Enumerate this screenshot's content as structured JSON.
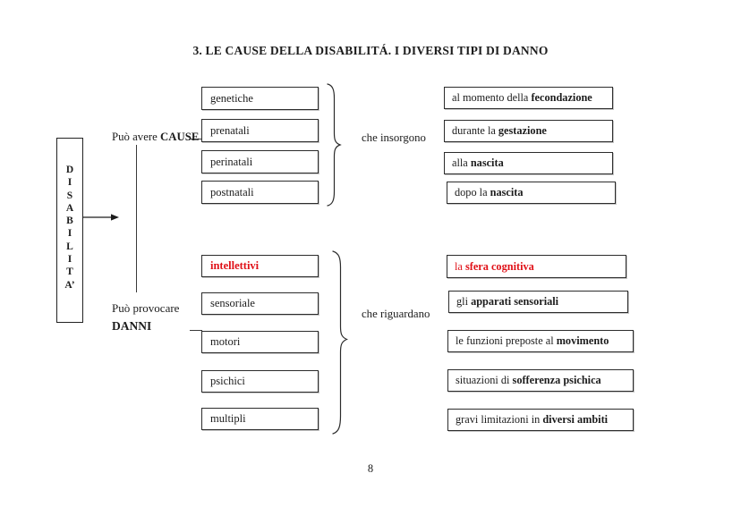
{
  "title": "3. LE CAUSE DELLA DISABILITÁ. I DIVERSI TIPI DI DANNO",
  "page_number": "8",
  "colors": {
    "accent_red": "#e01118"
  },
  "disability": {
    "letters": [
      "D",
      "I",
      "S",
      "A",
      "B",
      "I",
      "L",
      "I",
      "T",
      "A’"
    ]
  },
  "causes": {
    "label_prefix": "Può avere ",
    "label_bold": "CAUSE",
    "brace_label": "che insorgono",
    "types": [
      "genetiche",
      "prenatali",
      "perinatali",
      "postnatali"
    ],
    "when": [
      {
        "prefix": "al momento della ",
        "bold": "fecondazione"
      },
      {
        "prefix": "durante la ",
        "bold": "gestazione"
      },
      {
        "prefix": "alla ",
        "bold": "nascita"
      },
      {
        "prefix": "dopo la ",
        "bold": "nascita"
      }
    ]
  },
  "damages": {
    "label_line1": "Può provocare",
    "label_line2": "DANNI",
    "brace_label": "che riguardano",
    "types": [
      "intellettivi",
      "sensoriale",
      "motori",
      "psichici",
      "multipli"
    ],
    "targets": [
      {
        "prefix": "la ",
        "bold": "sfera cognitiva"
      },
      {
        "prefix": "gli ",
        "bold": "apparati sensoriali"
      },
      {
        "prefix": "le funzioni preposte al ",
        "bold": "movimento"
      },
      {
        "prefix": "situazioni di ",
        "bold": "sofferenza psichica"
      },
      {
        "prefix": "gravi limitazioni in ",
        "bold": "diversi ambiti"
      }
    ]
  }
}
